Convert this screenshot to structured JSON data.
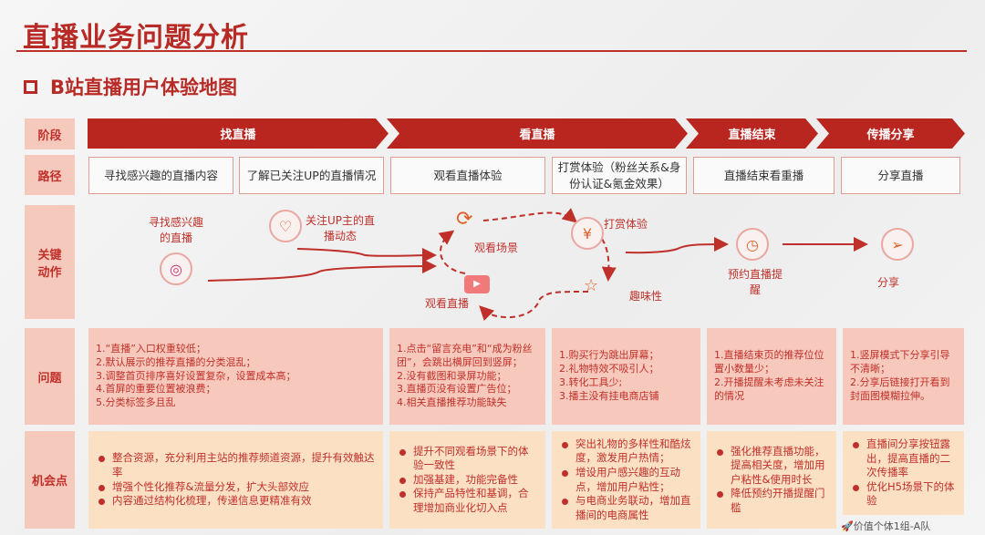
{
  "title": "直播业务问题分析",
  "subtitle": "B站直播用户体验地图",
  "row_labels": {
    "stage": "阶段",
    "path": "路径",
    "actions": "关键\n动作",
    "problems": "问题",
    "opportunities": "机会点"
  },
  "stages": [
    "找直播",
    "看直播",
    "直播结束",
    "传播分享"
  ],
  "paths": [
    "寻找感兴趣的直播内容",
    "了解已关注UP的直播情况",
    "观看直播体验",
    "打赏体验（粉丝关系&身份认证&氪金效果）",
    "直播结束看重播",
    "分享直播"
  ],
  "actions": {
    "find": "寻找感兴趣的直播",
    "follow": "关注UP主的直播动态",
    "scene": "观看场景",
    "watch": "观看直播",
    "reward": "打赏体验",
    "fun": "趣味性",
    "remind": "预约直播提醒",
    "share": "分享"
  },
  "problems": [
    [
      "1.“直播”入口权重较低；",
      "2.默认展示的推荐直播的分类混乱；",
      "3.调整首页排序喜好设置复杂，设置成本高；",
      "4.首屏的重要位置被浪费；",
      "5.分类标签多且乱"
    ],
    [
      "1.点击“留言充电”和“成为粉丝团”，会跳出横屏回到竖屏；",
      "2.没有截图和录屏功能；",
      "3.直播页没有设置广告位；",
      "4.相关直播推荐功能缺失"
    ],
    [
      "1.购买行为跳出屏幕；",
      "2.礼物特效不吸引人；",
      "3.转化工具少;",
      "3.播主没有挂电商店铺"
    ],
    [
      "1.直播结束页的推荐位位置小数量少；",
      "2.开播提醒未考虑未关注的情况"
    ],
    [
      "1.竖屏模式下分享引导不清晰；",
      "2.分享后链接打开看到封面图模糊拉伸。"
    ]
  ],
  "opportunities": [
    [
      "整合资源，充分利用主站的推荐频道资源，提升有效触达率",
      "增强个性化推荐&流量分发，扩大头部效应",
      "内容通过结构化梳理，传递信息更精准有效"
    ],
    [
      "提升不同观看场景下的体验一致性",
      "加强基建，功能完备性",
      "保持产品特性和基调，合理增加商业化切入点"
    ],
    [
      "突出礼物的多样性和酷炫度，激发用户热情；",
      "增设用户感兴趣的互动点，增加用户粘性；",
      "与电商业务联动，增加直播间的电商属性"
    ],
    [
      "强化推荐直播功能，提高相关度，增加用户粘性&使用时长",
      "降低预约开播提醒门槛"
    ],
    [
      "直播间分享按钮露出，提高直播的二次传播率",
      "优化H5场景下的体验"
    ]
  ],
  "footer": "价值个体1组-A队",
  "colors": {
    "accent": "#b9251f",
    "problem_bg": "#f7c9bc",
    "opportunity_bg": "#fbe0c4"
  }
}
